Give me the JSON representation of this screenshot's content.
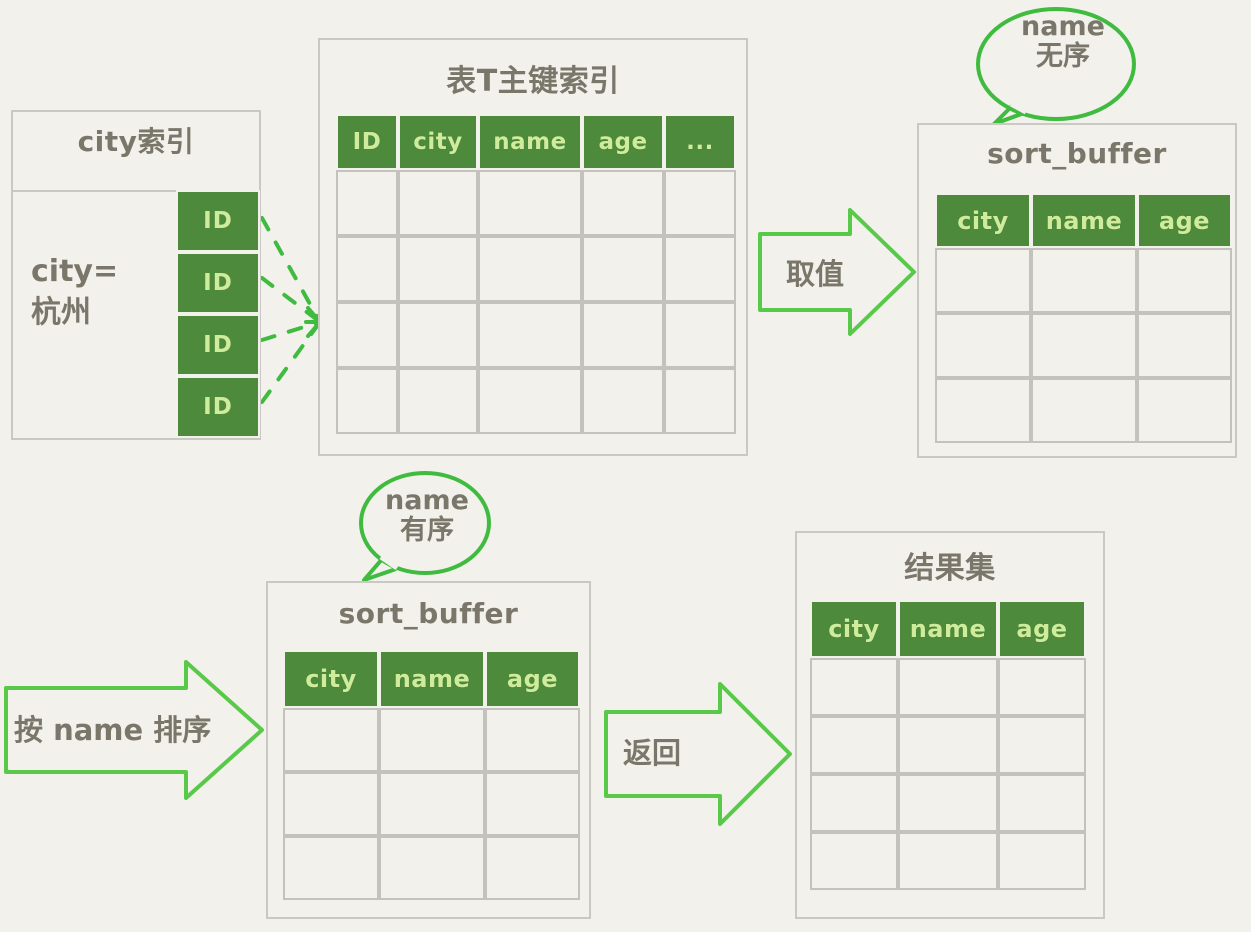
{
  "diagram": {
    "title": "MySQL order-by sort_buffer flow",
    "background_color": "#f2f1ec",
    "accent_green": "#4d8a3b",
    "header_text_color": "#cfeb9c",
    "ink_color": "#7a766a",
    "bubble_stroke": "#3fbb3f"
  },
  "city_index": {
    "title": "city索引",
    "condition": "city=\n杭州",
    "condition_line1": "city=",
    "condition_line2": "杭州",
    "entries": [
      {
        "label": "ID"
      },
      {
        "label": "ID"
      },
      {
        "label": "ID"
      },
      {
        "label": "ID"
      }
    ]
  },
  "primary_key_table": {
    "title": "表T主键索引",
    "columns": [
      "ID",
      "city",
      "name",
      "age",
      "..."
    ],
    "body_rows": 4
  },
  "sort_buffer_unsorted": {
    "title": "sort_buffer",
    "columns": [
      "city",
      "name",
      "age"
    ],
    "body_rows": 3,
    "callout": {
      "line1": "name",
      "line2": "无序"
    }
  },
  "sort_buffer_sorted": {
    "title": "sort_buffer",
    "columns": [
      "city",
      "name",
      "age"
    ],
    "body_rows": 3,
    "callout": {
      "line1": "name",
      "line2": "有序"
    }
  },
  "result_set": {
    "title": "结果集",
    "columns": [
      "city",
      "name",
      "age"
    ],
    "body_rows": 4
  },
  "arrows": {
    "fetch": "取值",
    "sort": "按 name 排序",
    "return": "返回"
  }
}
